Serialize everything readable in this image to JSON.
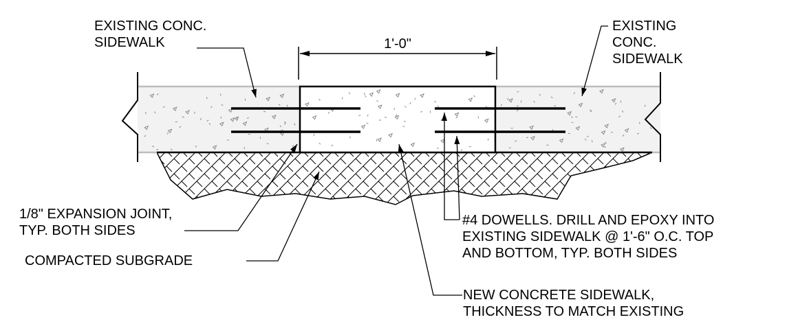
{
  "dimension": {
    "label": "1'-0\""
  },
  "labels": {
    "existing_left": [
      "EXISTING CONC.",
      "SIDEWALK"
    ],
    "existing_right": [
      "EXISTING",
      "CONC.",
      "SIDEWALK"
    ],
    "expansion_joint": [
      "1/8\" EXPANSION JOINT,",
      "TYP. BOTH SIDES"
    ],
    "compacted_subgrade": [
      "COMPACTED SUBGRADE"
    ],
    "dowels": [
      "#4 DOWELLS. DRILL AND EPOXY INTO",
      "EXISTING SIDEWALK @ 1'-6\" O.C. TOP",
      "AND BOTTOM, TYP. BOTH SIDES"
    ],
    "new_concrete": [
      "NEW CONCRETE SIDEWALK,",
      "THICKNESS TO MATCH EXISTING"
    ]
  },
  "colors": {
    "line": "#000000",
    "existing_concrete_fill": "#f2f2f2",
    "existing_concrete_edge": "#bdbdbd",
    "stipple": "#8a8a8a"
  }
}
